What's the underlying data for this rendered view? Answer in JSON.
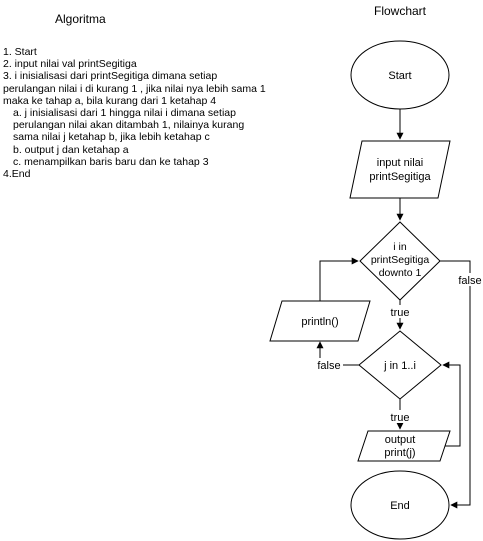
{
  "algorithm": {
    "title": "Algoritma",
    "steps": [
      "1. Start",
      "2. input nilai val printSegitiga",
      "3. i inisialisasi dari printSegitiga dimana setiap perulangan nilai i di kurang 1 , jika nilai nya lebih sama 1 maka ke tahap a, bila kurang dari 1 ketahap 4",
      "a. j inisialisasi dari 1 hingga nilai i dimana setiap perulangan nilai akan ditambah 1, nilainya kurang sama nilai j ketahap b, jika lebih ketahap c",
      "b. output j dan ketahap a",
      "c. menampilkan baris baru dan ke tahap 3",
      "4.End"
    ]
  },
  "flowchart": {
    "title": "Flowchart",
    "start": "Start",
    "input_line1": "input nilai",
    "input_line2": "printSegitiga",
    "decision1_line1": "i in",
    "decision1_line2": "printSegitiga",
    "decision1_line3": "downto 1",
    "decision2": "j in 1..i",
    "println": "println()",
    "output_line1": "output",
    "output_line2": "print(j)",
    "end": "End",
    "label_true1": "true",
    "label_true2": "true",
    "label_false1": "false",
    "label_false2": "false"
  }
}
